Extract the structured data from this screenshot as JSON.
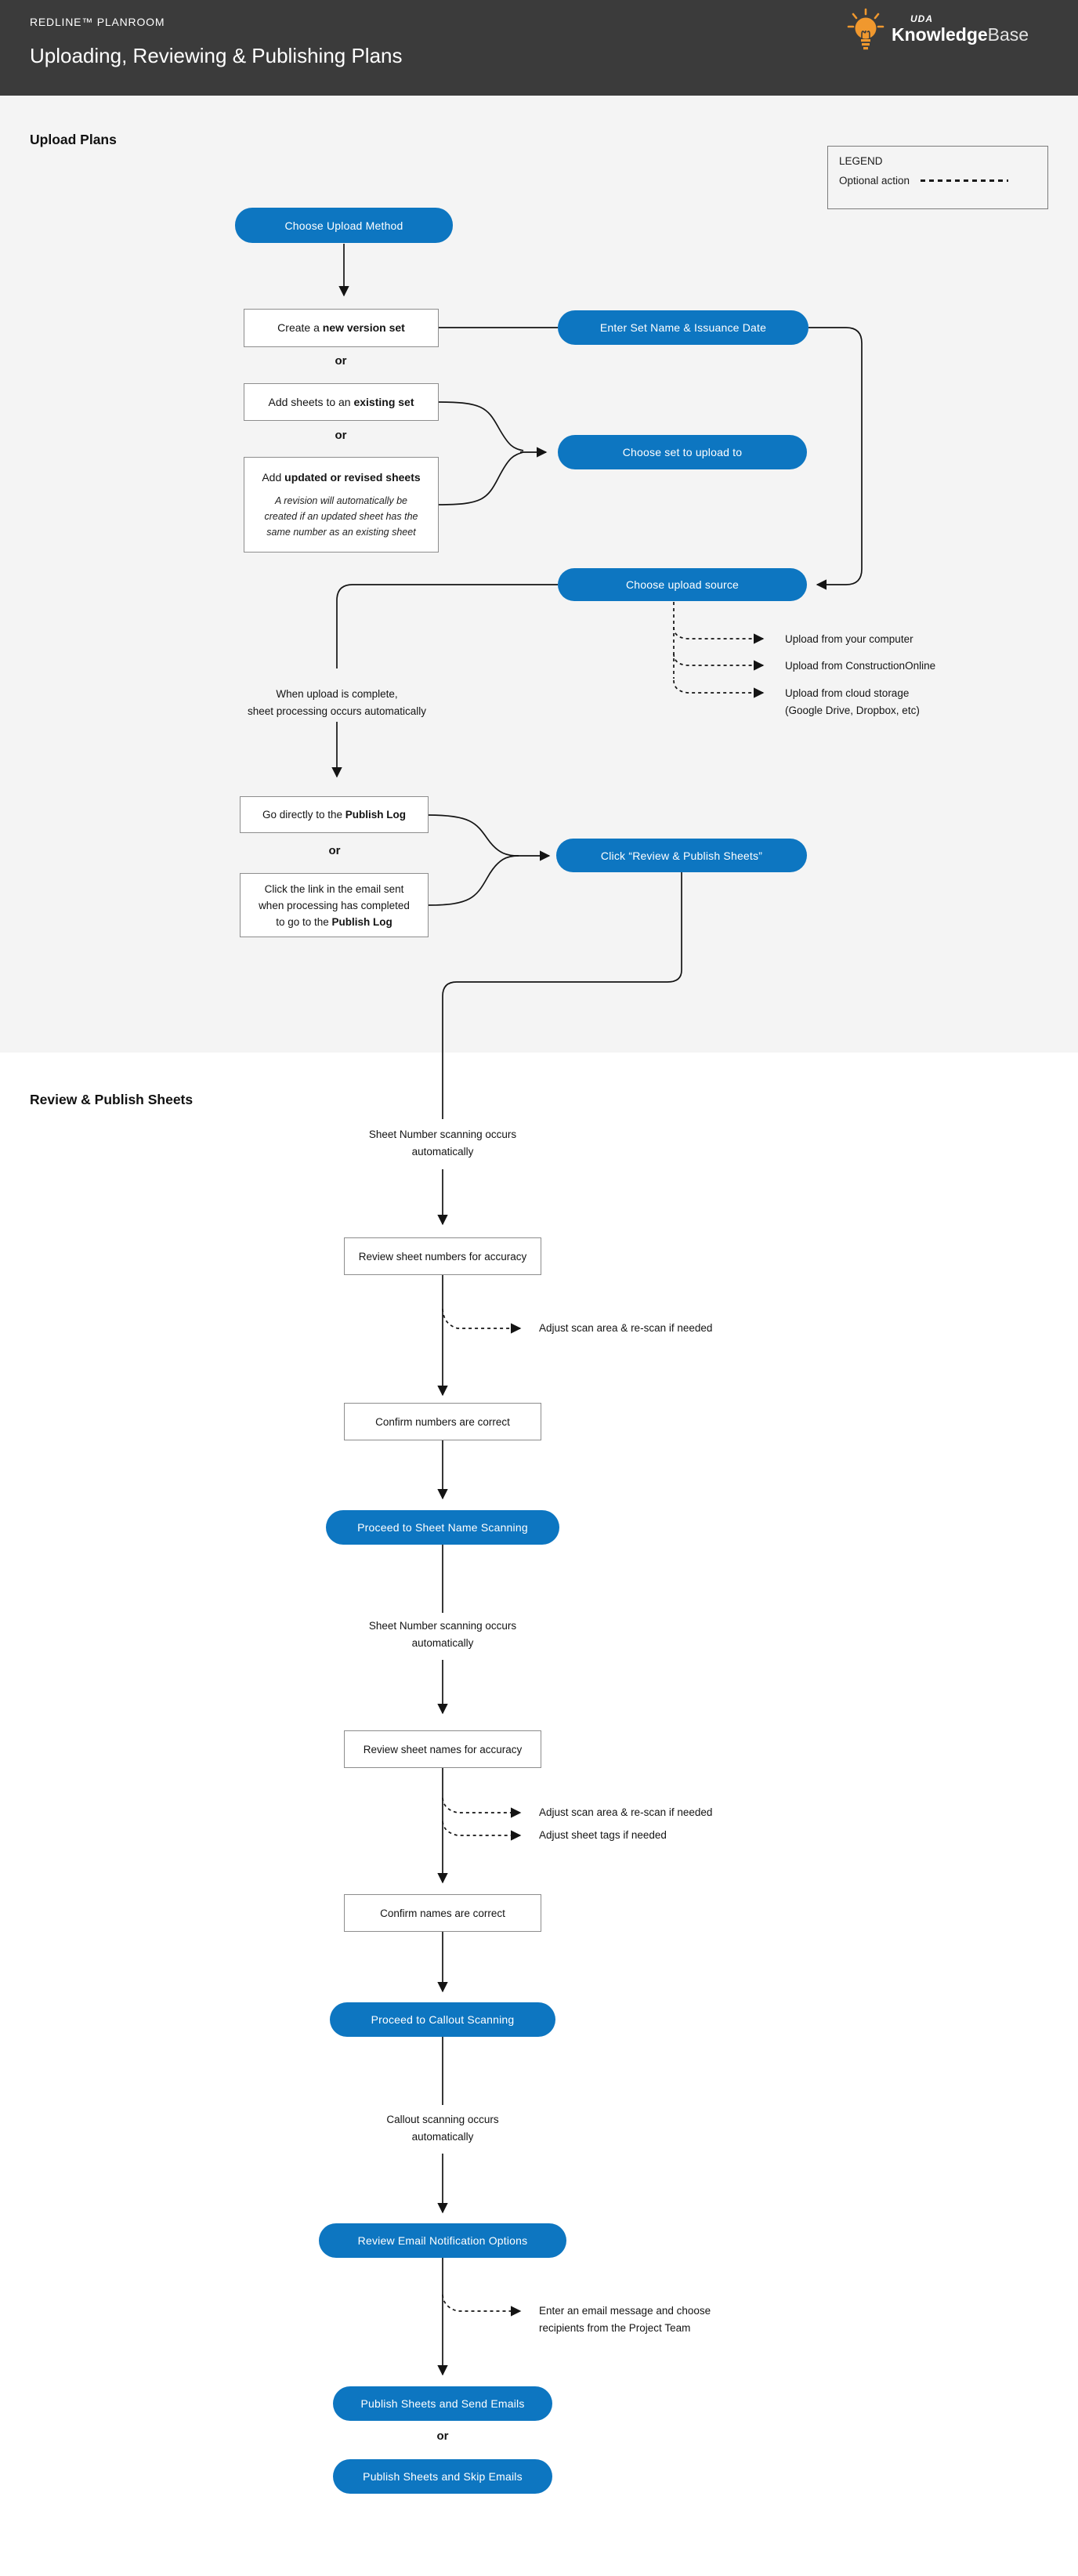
{
  "header": {
    "eyebrow": "REDLINE™ PLANROOM",
    "title": "Uploading, Reviewing & Publishing Plans",
    "brand": {
      "top": "UDA",
      "bold": "Knowledge",
      "light": "Base"
    }
  },
  "colors": {
    "accent": "#0d76c1",
    "header_bg": "#3b3b3b",
    "upload_bg": "#f4f4f4",
    "bulb_orange": "#f0982e"
  },
  "legend": {
    "title": "LEGEND",
    "item": "Optional action"
  },
  "labels": {
    "or": "or"
  },
  "upload": {
    "heading": "Upload Plans",
    "choose_method": "Choose Upload Method",
    "new_set": {
      "prefix": "Create a ",
      "bold": "new version set"
    },
    "existing_set": {
      "prefix": "Add sheets to an ",
      "bold": "existing set"
    },
    "updated_sheets": {
      "prefix": "Add ",
      "bold": "updated or revised sheets",
      "note": "A revision will automatically be\ncreated if an updated sheet has the\nsame number as an existing sheet"
    },
    "enter_set_name": "Enter Set Name & Issuance Date",
    "choose_set": "Choose set to upload to",
    "choose_source": "Choose upload source",
    "sources": [
      "Upload from your computer",
      "Upload from ConstructionOnline",
      "Upload from cloud storage\n(Google Drive, Dropbox, etc)"
    ],
    "processing_note": "When upload is complete,\nsheet processing occurs automatically",
    "publish_log": {
      "prefix": "Go directly to the ",
      "bold": "Publish Log"
    },
    "email_link": {
      "prefix": "Click the link in the email sent\nwhen processing has completed\nto go to the ",
      "bold": "Publish Log"
    },
    "click_review": "Click “Review & Publish Sheets”"
  },
  "review": {
    "heading": "Review & Publish Sheets",
    "auto_numbers_1": "Sheet Number scanning occurs\nautomatically",
    "review_numbers": "Review sheet numbers for accuracy",
    "adjust_scan_1": "Adjust scan area & re-scan if needed",
    "confirm_numbers": "Confirm numbers are correct",
    "proceed_names": "Proceed to Sheet Name Scanning",
    "auto_numbers_2": "Sheet Number scanning occurs\nautomatically",
    "review_names": "Review sheet names for accuracy",
    "adjust_scan_2": "Adjust scan area & re-scan if needed",
    "adjust_tags": "Adjust sheet tags if needed",
    "confirm_names": "Confirm names are correct",
    "proceed_callout": "Proceed to Callout Scanning",
    "auto_callout": "Callout scanning occurs\nautomatically",
    "review_email": "Review Email Notification Options",
    "email_note": "Enter an email message and choose\nrecipients from the Project Team",
    "publish_send": "Publish Sheets and Send Emails",
    "publish_skip": "Publish Sheets and Skip Emails"
  }
}
